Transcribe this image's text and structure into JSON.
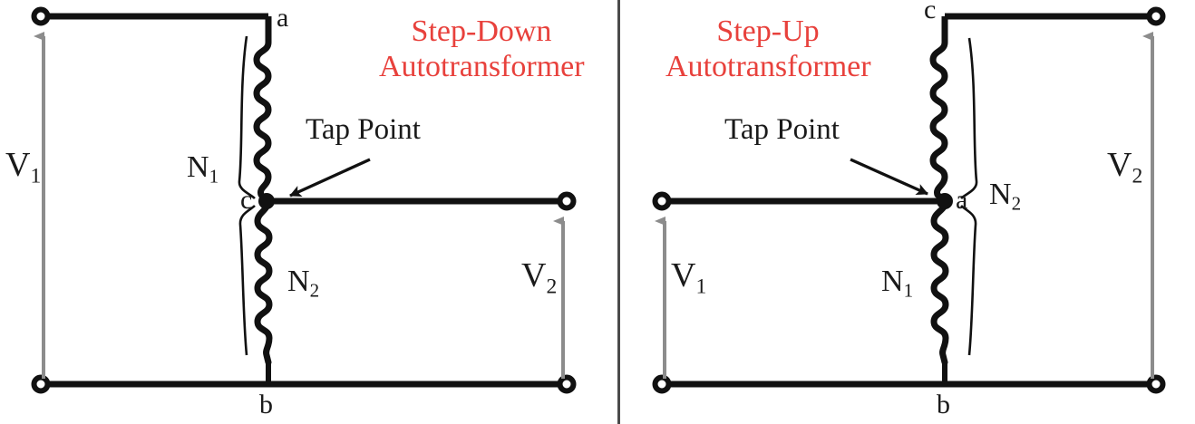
{
  "figure": {
    "kind": "electrical-schematic",
    "description": "Two autotransformer circuit diagrams separated by a vertical divider",
    "colors": {
      "title_red": "#e8413c",
      "wire_black": "#111111",
      "arrow_gray": "#8c8c8c",
      "divider_gray": "#4a4a4a",
      "background": "#ffffff"
    }
  },
  "left_panel": {
    "title_line1": "Step-Down",
    "title_line2": "Autotransformer",
    "annotation": "Tap Point",
    "nodes": {
      "top": "a",
      "tap": "c",
      "bottom": "b"
    },
    "windings": {
      "upper": "N",
      "upper_sub": "1",
      "lower": "N",
      "lower_sub": "2"
    },
    "voltages": {
      "input": "V",
      "input_sub": "1",
      "output": "V",
      "output_sub": "2"
    }
  },
  "right_panel": {
    "title_line1": "Step-Up",
    "title_line2": "Autotransformer",
    "annotation": "Tap Point",
    "nodes": {
      "top": "c",
      "tap": "a",
      "bottom": "b"
    },
    "windings": {
      "upper": "N",
      "upper_sub": "2",
      "lower": "N",
      "lower_sub": "1"
    },
    "voltages": {
      "input": "V",
      "input_sub": "1",
      "output": "V",
      "output_sub": "2"
    }
  }
}
